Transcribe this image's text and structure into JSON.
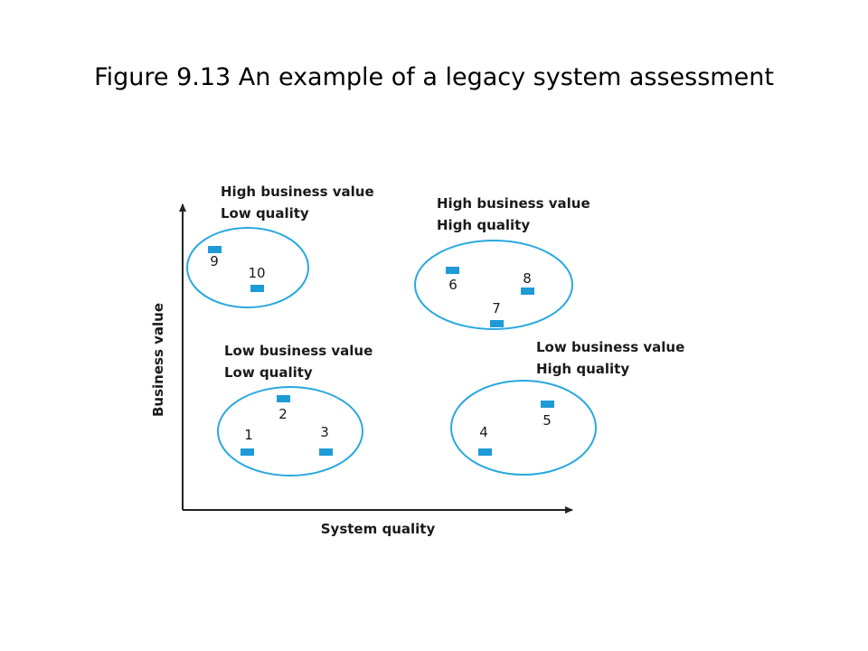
{
  "figure": {
    "title": "Figure 9.13  An example of a legacy system assessment"
  },
  "axes": {
    "x_label": "System quality",
    "y_label": "Business value"
  },
  "quadrants": [
    {
      "id": "hv-lq",
      "line1": "High business value",
      "line2": "Low quality"
    },
    {
      "id": "hv-hq",
      "line1": "High business value",
      "line2": "High quality"
    },
    {
      "id": "lv-lq",
      "line1": "Low business value",
      "line2": "Low quality"
    },
    {
      "id": "lv-hq",
      "line1": "Low business value",
      "line2": "High quality"
    }
  ],
  "systems": [
    {
      "label": "1"
    },
    {
      "label": "2"
    },
    {
      "label": "3"
    },
    {
      "label": "4"
    },
    {
      "label": "5"
    },
    {
      "label": "6"
    },
    {
      "label": "7"
    },
    {
      "label": "8"
    },
    {
      "label": "9"
    },
    {
      "label": "10"
    }
  ],
  "colors": {
    "ellipse_stroke": "#29a8df",
    "marker_fill": "#1e9bd7",
    "axis": "#222222"
  }
}
